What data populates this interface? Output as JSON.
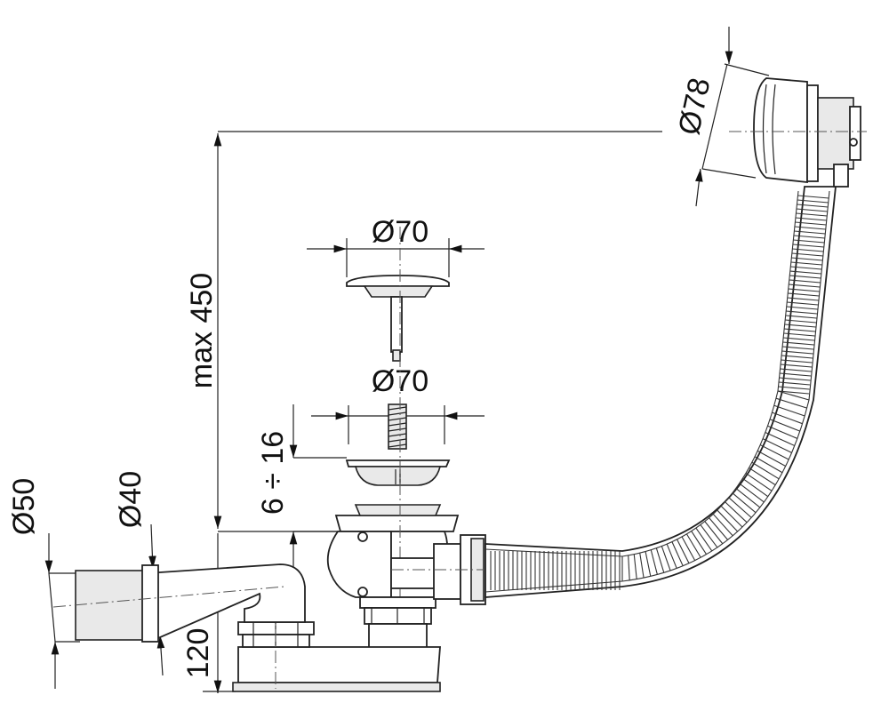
{
  "dimensions": {
    "overflow_diameter": "Ø78",
    "plug_diameter": "Ø70",
    "strainer_diameter": "Ø70",
    "max_height": "max 450",
    "thickness_range": "6 ÷ 16",
    "outlet_diameter_outer": "Ø50",
    "outlet_diameter_inner": "Ø40",
    "trap_height": "120"
  },
  "colors": {
    "line": "#222222",
    "fill": "#ffffff",
    "shade": "#e9e9e9"
  }
}
